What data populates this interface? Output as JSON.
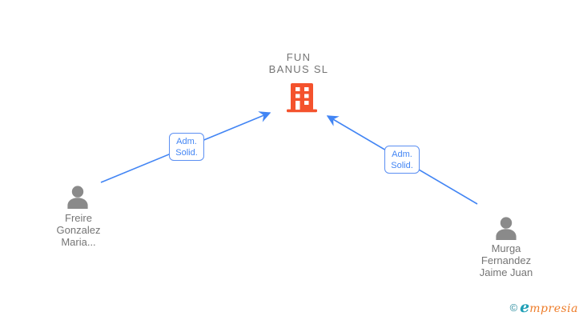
{
  "company": {
    "name": "FUN BANUS SL",
    "name_lines": [
      "FUN",
      "BANUS SL"
    ]
  },
  "relations": [
    {
      "label": "Adm. Solid.",
      "lines": [
        "Adm.",
        "Solid."
      ]
    },
    {
      "label": "Adm. Solid.",
      "lines": [
        "Adm.",
        "Solid."
      ]
    }
  ],
  "shareholders": [
    {
      "name": "Freire Gonzalez Maria...",
      "lines": [
        "Freire",
        "Gonzalez",
        "Maria..."
      ]
    },
    {
      "name": "Murga Fernandez Jaime Juan",
      "lines": [
        "Murga",
        "Fernandez",
        "Jaime Juan"
      ]
    }
  ],
  "watermark": {
    "copyright": "©",
    "brand_lead": "e",
    "brand_rest": "mpresia"
  },
  "colors": {
    "building_orange": "#f4522d",
    "person_gray": "#8a8a8a",
    "arrow_blue": "#4285f4",
    "label_blue": "#4285f4",
    "text_gray": "#757575",
    "logo_teal": "#1f9fb6",
    "logo_orange": "#ee7d2a",
    "window_white": "#ffffff"
  }
}
